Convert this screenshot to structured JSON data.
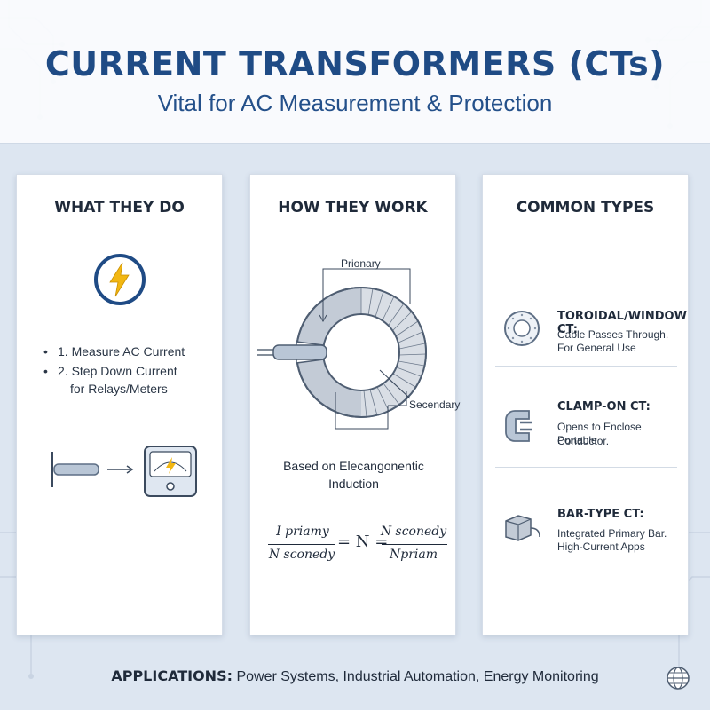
{
  "header": {
    "title": "CURRENT TRANSFORMERS (CTs)",
    "subtitle": "Vital for AC Measurement & Protection"
  },
  "panels": {
    "what": {
      "heading": "WHAT THEY DO",
      "icon": "lightning-bolt-icon",
      "bullets": [
        "1. Measure AC Current",
        "2. Step Down Current",
        "for Relays/Meters"
      ]
    },
    "how": {
      "heading": "HOW THEY WORK",
      "label_primary": "Prionary",
      "label_secondary": "Secendary",
      "caption_line1": "Based on Elecangonentic",
      "caption_line2": "Induction",
      "formula": {
        "left_num": "I priamy",
        "left_den": "N sconedy",
        "middle": "= N =",
        "right_num": "N sconedy",
        "right_den": "Npriam"
      }
    },
    "types": {
      "heading": "COMMON TYPES",
      "items": [
        {
          "title": "TOROIDAL/WINDOW CT:",
          "line1": "Cable Passes Through.",
          "line2": "For General Use",
          "icon": "toroid-icon"
        },
        {
          "title": "CLAMP-ON CT:",
          "line1": "Opens to Enclose Conductor.",
          "line2": "Portable",
          "icon": "clamp-icon"
        },
        {
          "title": "BAR-TYPE CT:",
          "line1": "Integrated Primary Bar.",
          "line2": "High-Current Apps",
          "icon": "bar-ct-icon"
        }
      ]
    }
  },
  "footer": {
    "label": "APPLICATIONS:",
    "text": " Power Systems, Industrial Automation, Energy Monitoring"
  },
  "colors": {
    "title_blue": "#1f4b85",
    "icon_blue": "#1f4b85",
    "bolt_yellow": "#f2b713",
    "background": "#dde6f1"
  }
}
